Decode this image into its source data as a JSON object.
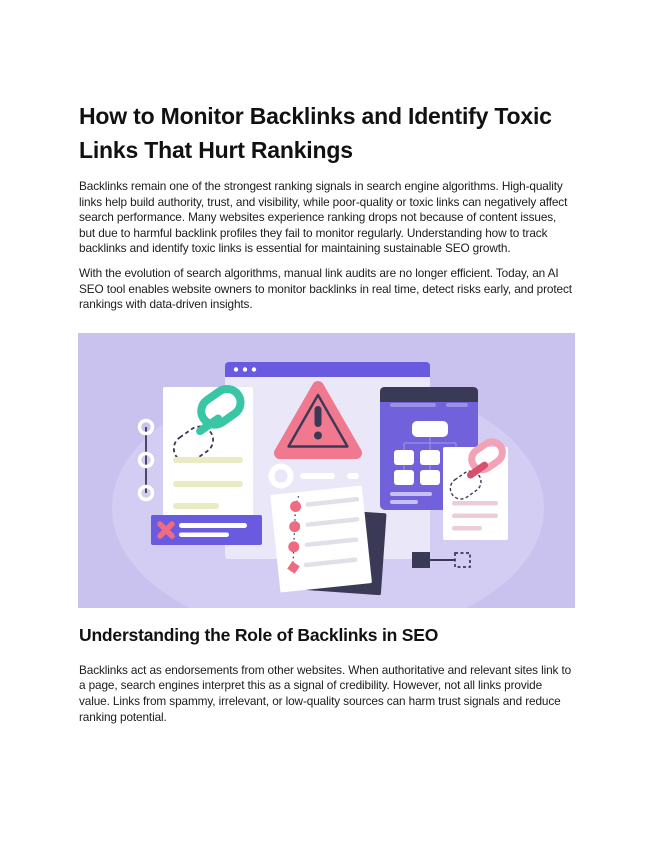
{
  "article": {
    "title": "How to Monitor Backlinks and Identify Toxic Links That Hurt Rankings",
    "intro_paragraphs": [
      "Backlinks remain one of the strongest ranking signals in search engine algorithms. High-quality links help build authority, trust, and visibility, while poor-quality or toxic links can negatively affect search performance. Many websites experience ranking drops not because of content issues, but due to harmful backlink profiles they fail to monitor regularly. Understanding how to track backlinks and identify toxic links is essential for maintaining sustainable SEO growth.",
      "With the evolution of search algorithms, manual link audits are no longer efficient. Today, an AI SEO tool enables website owners to monitor backlinks in real time, detect risks early, and protect rankings with data-driven insights."
    ],
    "sections": [
      {
        "heading": "Understanding the Role of Backlinks in SEO",
        "body": "Backlinks act as endorsements from other websites. When authoritative and relevant sites link to a page, search engines interpret this as a signal of credibility. However, not all links provide value. Links from spammy, irrelevant, or low-quality sources can harm trust signals and reduce ranking potential."
      }
    ]
  },
  "illustration": {
    "description": "Flat illustration of backlink monitoring: browser windows, warning triangle, healthy and toxic chain links, sitemap panel and audit checklist clipboard",
    "icons": [
      "browser-window",
      "timeline-dots",
      "chain-link-icon-teal",
      "blocked-link-bar",
      "cross-icon",
      "warning-triangle-icon",
      "loader-ring",
      "sitemap-panel",
      "flowchart-boxes",
      "chain-link-icon-pink",
      "node-connector",
      "checklist-clipboard"
    ],
    "colors": {
      "background": "#c9c2ee",
      "blob": "#d3cdf4",
      "purple": "#6a5ae0",
      "panel_purple": "#7161db",
      "navy": "#3a3956",
      "pink": "#f0798f",
      "pink_strong": "#ee6b80",
      "pink_light": "#f2a2b4",
      "pink_dark": "#d8506e",
      "teal": "#38c6a4",
      "pale_yellow": "#eaeac3",
      "pale_pink": "#ecccd6",
      "window_body": "#e9e7f8",
      "paper_line": "#e0e0ea",
      "light_purple_line": "#9b90e4",
      "panel_bottom_line": "#c7c0f2"
    }
  }
}
